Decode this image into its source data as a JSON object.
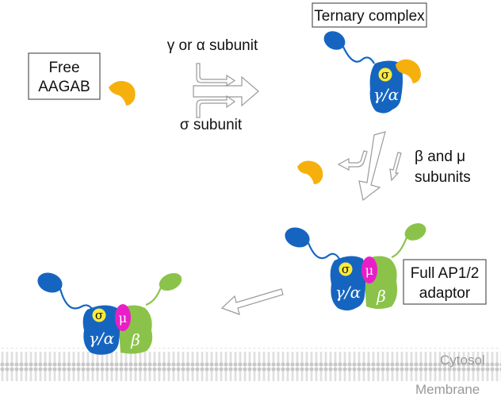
{
  "labels": {
    "free_aagab_line1": "Free",
    "free_aagab_line2": "AAGAB",
    "gamma_alpha_subunit": "γ or α subunit",
    "sigma_subunit": "σ subunit",
    "ternary_complex": "Ternary complex",
    "beta_mu_line1": "β  and μ",
    "beta_mu_line2": "subunits",
    "full_adaptor_line1": "Full AP1/2",
    "full_adaptor_line2": "adaptor",
    "cytosol": "Cytosol",
    "membrane": "Membrane"
  },
  "subunit_glyphs": {
    "sigma": "σ",
    "mu": "μ",
    "gamma_alpha": "γ/α",
    "beta": "β"
  },
  "colors": {
    "gamma_alpha_blue": "#1565C0",
    "beta_green": "#8BC34A",
    "sigma_yellow": "#FFEB3B",
    "mu_magenta": "#E91EC7",
    "aagab_orange": "#F6B00E",
    "membrane_gray": "#cfcfcf"
  }
}
